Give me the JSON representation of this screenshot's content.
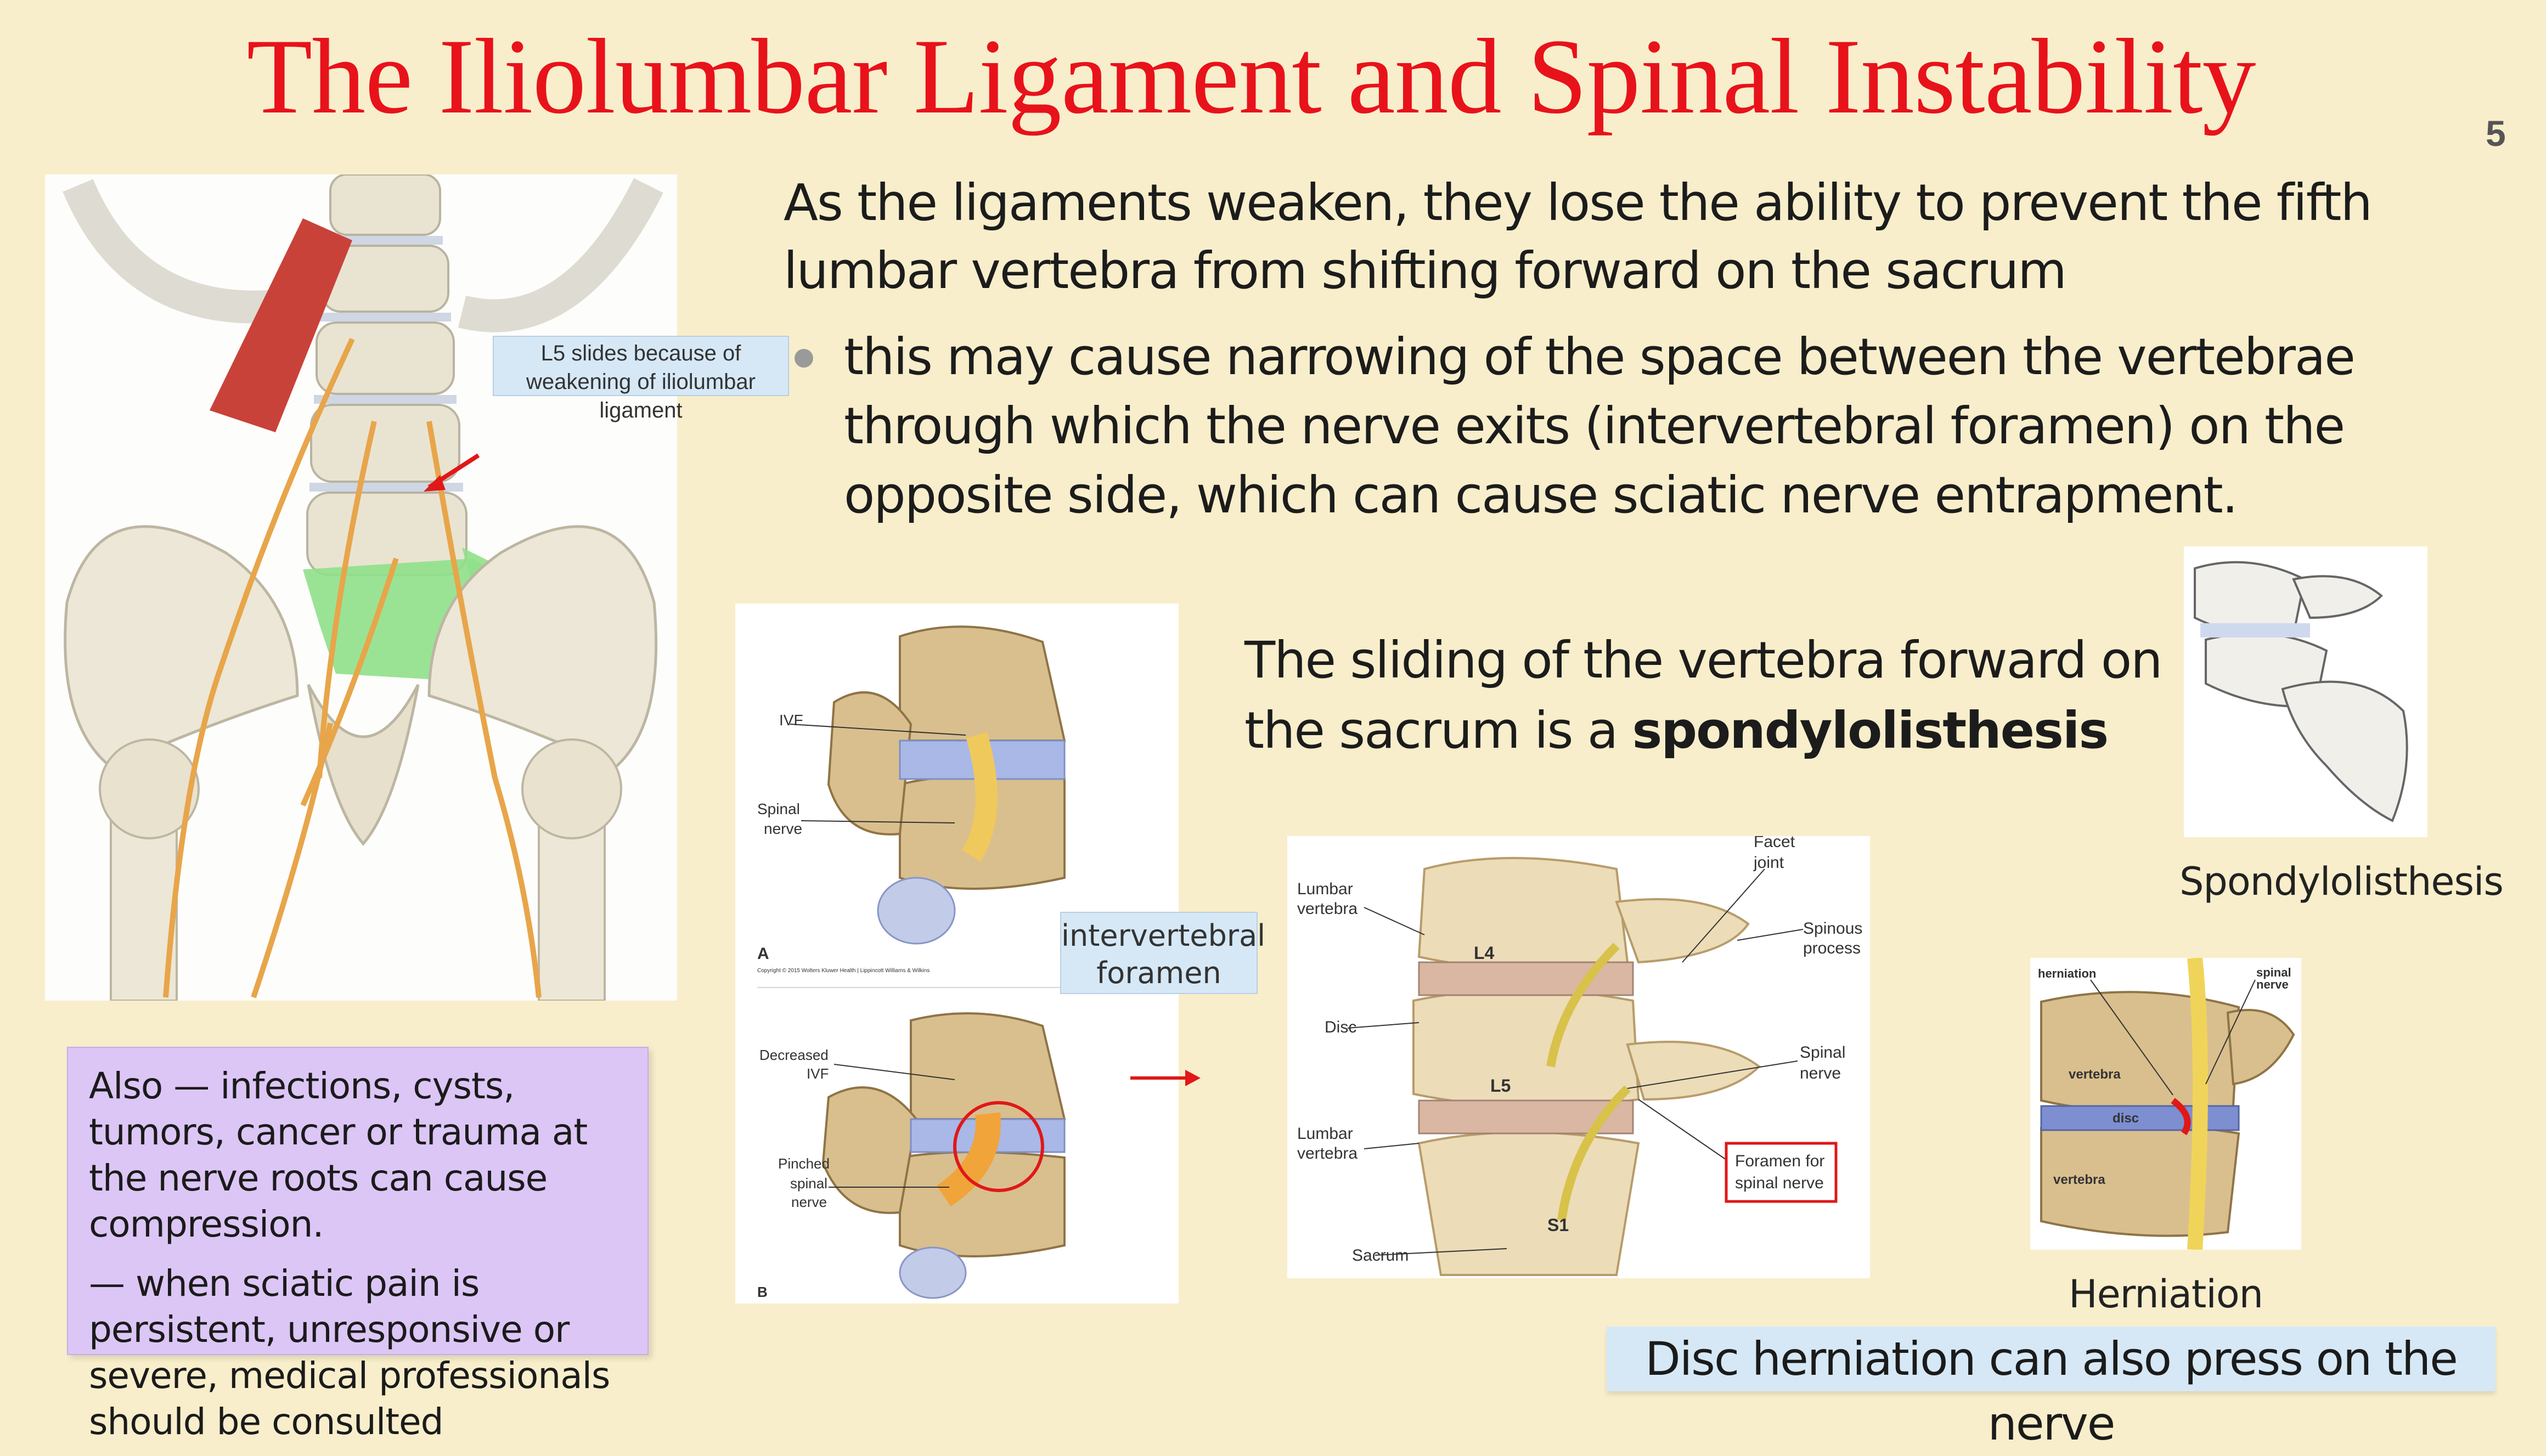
{
  "title": "The Iliolumbar Ligament and Spinal Instability",
  "page_number": "5",
  "paragraph1": "As the ligaments weaken, they lose the ability to prevent the fifth lumbar vertebra from shifting forward on the sacrum",
  "paragraph2": "this may cause narrowing of the space between the vertebrae through which the nerve exits (intervertebral foramen) on the opposite side, which can cause sciatic nerve entrapment.",
  "paragraph3_prefix": "The sliding of the vertebra forward on the sacrum is a ",
  "paragraph3_bold": "spondylolisthesis",
  "l5_callout": "L5 slides because of weakening of iliolumbar ligament",
  "ivf_callout": "intervertebral foramen",
  "purple_box": {
    "line1": "Also — infections, cysts, tumors, cancer or trauma at the nerve roots can cause compression.",
    "line2": "— when sciatic pain is persistent, unresponsive or severe, medical professionals should be consulted"
  },
  "bottom_note": "Disc herniation can also press on the nerve",
  "captions": {
    "spondylolisthesis": "Spondylolisthesis",
    "herniation": "Herniation"
  },
  "ivf_figure": {
    "label_ivf": "IVF",
    "label_spinal_nerve_1": "Spinal",
    "label_spinal_nerve_2": "nerve",
    "label_a": "A",
    "copyright": "Copyright © 2015 Wolters Kluwer Health | Lippincott Williams & Wilkins",
    "label_decreased_1": "Decreased",
    "label_decreased_2": "IVF",
    "label_pinched_1": "Pinched",
    "label_pinched_2": "spinal",
    "label_pinched_3": "nerve",
    "label_b": "B"
  },
  "lumbar_figure": {
    "lumbar_vertebra_top_1": "Lumbar",
    "lumbar_vertebra_top_2": "vertebra",
    "facet_1": "Facet",
    "facet_2": "joint",
    "l4": "L4",
    "spinous_1": "Spinous",
    "spinous_2": "process",
    "disc": "Disc",
    "spinal_nerve_1": "Spinal",
    "spinal_nerve_2": "nerve",
    "l5": "L5",
    "lumbar_vertebra_bottom_1": "Lumbar",
    "lumbar_vertebra_bottom_2": "vertebra",
    "foramen_1": "Foramen for",
    "foramen_2": "spinal nerve",
    "s1": "S1",
    "sacrum": "Sacrum"
  },
  "herniation_figure": {
    "herniation": "herniation",
    "spinal_nerve_1": "spinal",
    "spinal_nerve_2": "nerve",
    "vertebra_top": "vertebra",
    "disc": "disc",
    "vertebra_bottom": "vertebra"
  },
  "colors": {
    "title": "#e8121b",
    "background": "#f8eecb",
    "callout_blue": "#d6e8f6",
    "purple_box": "#dcc6f6",
    "ligament_green": "#8fe08a",
    "muscle_red": "#c9423a",
    "nerve_orange": "#e8a54a",
    "highlight_red": "#e01818"
  }
}
